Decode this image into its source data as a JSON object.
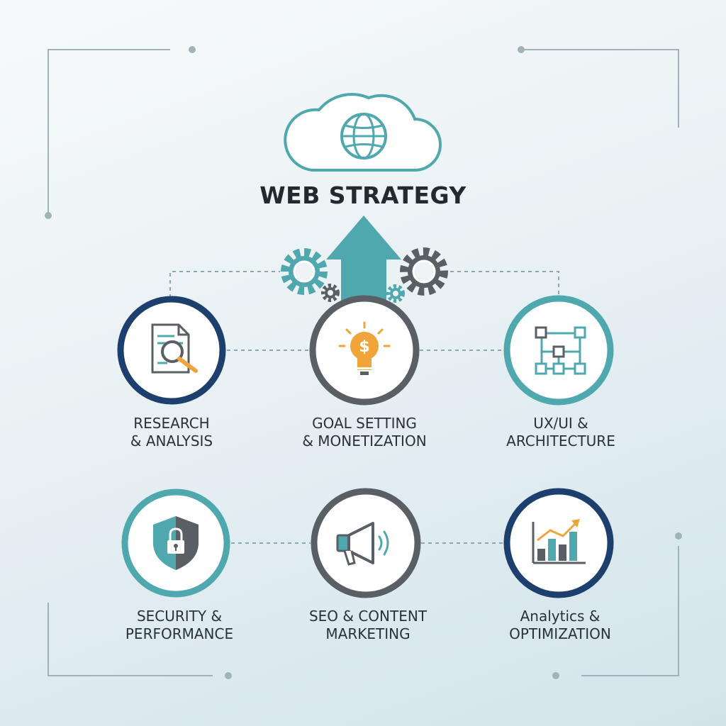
{
  "diagram": {
    "title": "WEB STRATEGY",
    "nodes": [
      {
        "id": "research",
        "line1": "RESEARCH",
        "line2": "& ANALYSIS",
        "icon": "document-magnifier-icon",
        "ring_color": "#1d3f6e"
      },
      {
        "id": "goal",
        "line1": "GOAL SETTING",
        "line2": "& MONETIZATION",
        "icon": "lightbulb-dollar-icon",
        "ring_color": "#5a5f66"
      },
      {
        "id": "ux",
        "line1": "UX/UI &",
        "line2": "ARCHITECTURE",
        "icon": "sitemap-icon",
        "ring_color": "#4fa8ad"
      },
      {
        "id": "security",
        "line1": "SECURITY &",
        "line2": "PERFORMANCE",
        "icon": "shield-lock-icon",
        "ring_color": "#4fa8ad"
      },
      {
        "id": "seo",
        "line1": "SEO & CONTENT",
        "line2": "MARKETING",
        "icon": "megaphone-icon",
        "ring_color": "#5a5f66"
      },
      {
        "id": "analytics",
        "line1": "Analytics &",
        "line2": "OPTIMIZATION",
        "icon": "bar-chart-trend-icon",
        "ring_color": "#1d3f6e"
      }
    ],
    "header_icons": [
      "cloud-globe-icon",
      "up-arrow-icon",
      "gear-icon"
    ],
    "colors": {
      "teal": "#4fa8ad",
      "navy": "#1d3f6e",
      "gray": "#5a5f66",
      "orange": "#f0a43a"
    }
  }
}
